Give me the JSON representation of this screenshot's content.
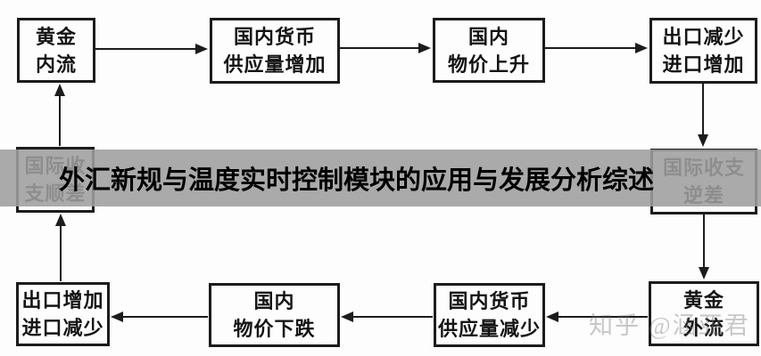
{
  "banner": {
    "text": "外汇新规与温度实时控制模块的应用与发展分析综述",
    "bg_color": "#9e9e9e",
    "text_color": "#000000"
  },
  "watermark": {
    "text": "知乎 @涵亚君",
    "color": "#c2c2c2"
  },
  "diagram": {
    "border_color": "#1c1c1c",
    "arrow_color": "#1c1c1c",
    "boxes": [
      {
        "id": "gold-inflow",
        "line1": "黄金",
        "line2": "内流"
      },
      {
        "id": "money-supply-increase",
        "line1": "国内货币",
        "line2": "供应量增加"
      },
      {
        "id": "domestic-price-rise",
        "line1": "国内",
        "line2": "物价上升"
      },
      {
        "id": "export-down-import-up",
        "line1": "出口减少",
        "line2": "进口增加"
      },
      {
        "id": "bop-surplus",
        "line1": "国际收",
        "line2": "支顺差"
      },
      {
        "id": "bop-deficit",
        "line1": "国际收支",
        "line2": "逆差"
      },
      {
        "id": "export-up-import-down",
        "line1": "出口增加",
        "line2": "进口减少"
      },
      {
        "id": "domestic-price-fall",
        "line1": "国内",
        "line2": "物价下跌"
      },
      {
        "id": "money-supply-decrease",
        "line1": "国内货币",
        "line2": "供应量减少"
      },
      {
        "id": "gold-outflow",
        "line1": "黄金",
        "line2": "外流"
      }
    ]
  }
}
